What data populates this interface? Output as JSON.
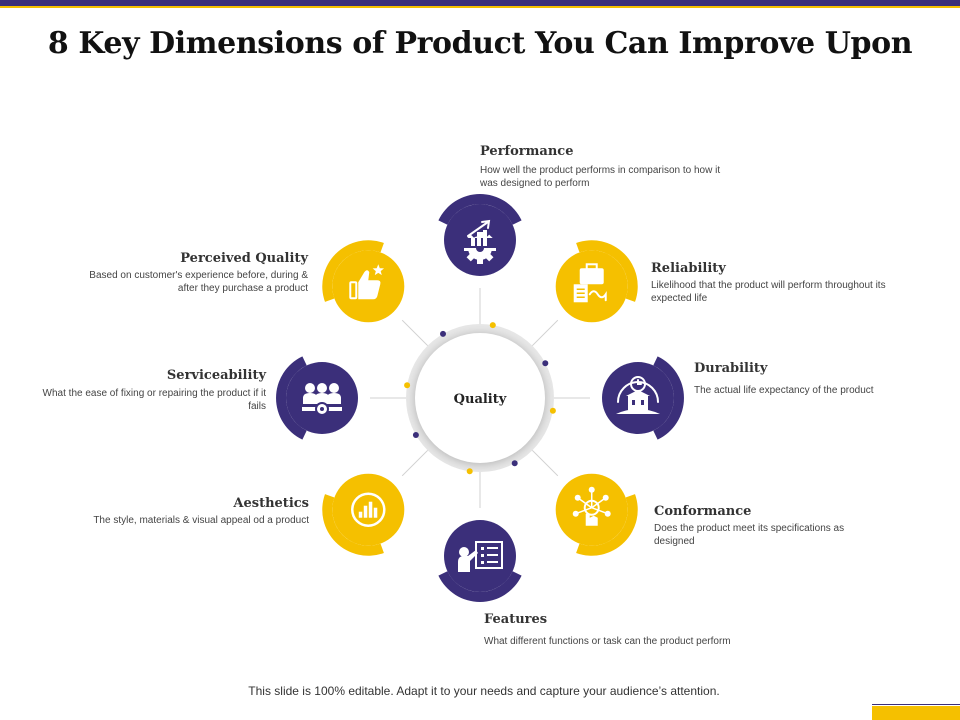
{
  "title": "8 Key Dimensions of Product You Can Improve Upon",
  "center_label": "Quality",
  "colors": {
    "purple": "#3b2f7a",
    "yellow": "#f5c000",
    "connector": "#d0d0d0"
  },
  "dimensions": [
    {
      "title": "Performance",
      "description": "How well the product performs in comparison to how it was designed to perform",
      "icon": "gear-growth-icon"
    },
    {
      "title": "Reliability",
      "description": "Likelihood that the product will perform throughout its expected life",
      "icon": "briefcase-document-icon"
    },
    {
      "title": "Durability",
      "description": "The actual life expectancy of the product",
      "icon": "clock-building-icon"
    },
    {
      "title": "Conformance",
      "description": "Does the product meet its specifications as designed",
      "icon": "hand-network-icon"
    },
    {
      "title": "Features",
      "description": "What different functions or task can the product perform",
      "icon": "presenter-list-icon"
    },
    {
      "title": "Aesthetics",
      "description": "The style, materials & visual appeal od a product",
      "icon": "bar-chart-icon"
    },
    {
      "title": "Serviceability",
      "description": "What the ease of fixing or repairing the product if it fails",
      "icon": "team-gear-icon"
    },
    {
      "title": "Perceived Quality",
      "description": "Based on customer's experience before, during & after they purchase a product",
      "icon": "thumbs-up-star-icon"
    }
  ],
  "footer": "This slide is 100% editable. Adapt it to your needs and capture your audience’s attention."
}
